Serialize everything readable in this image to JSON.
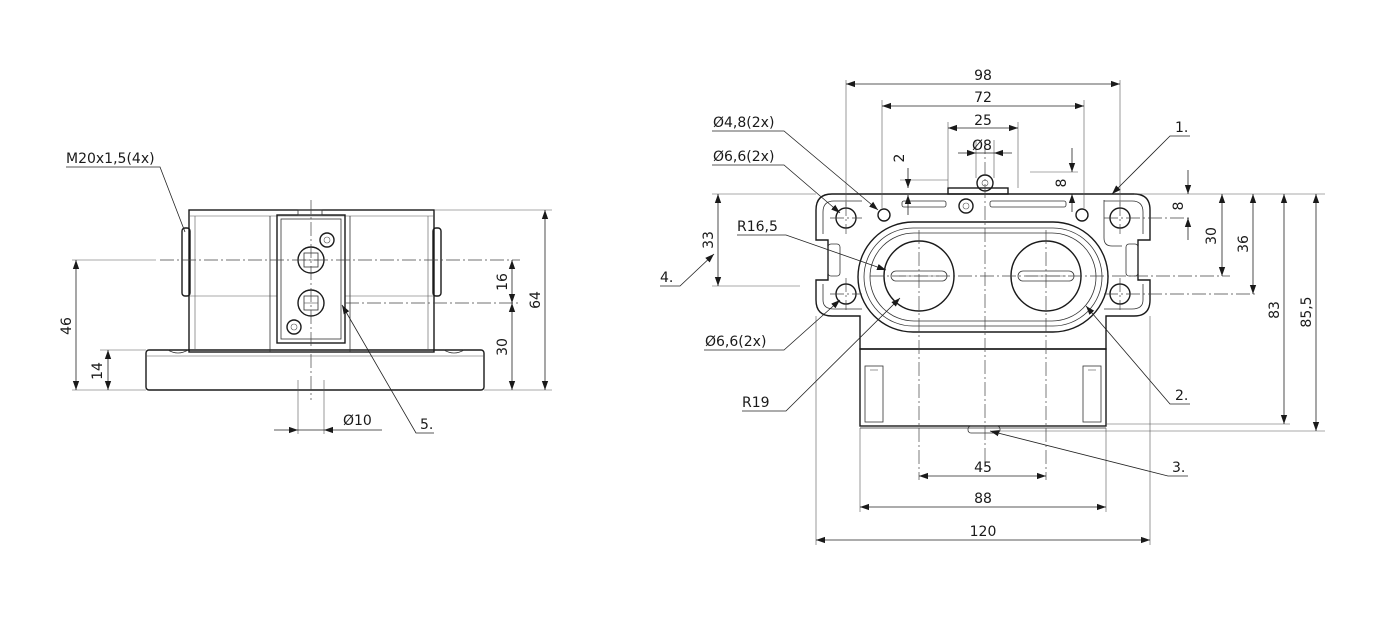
{
  "left_view": {
    "callouts": {
      "thread": "M20x1,5(4x)",
      "item5": "5."
    },
    "dimensions": {
      "d46": "46",
      "d14": "14",
      "d16": "16",
      "d30": "30",
      "d64": "64",
      "dia10": "Ø10"
    }
  },
  "right_view": {
    "callouts": {
      "item1": "1.",
      "item2": "2.",
      "item3": "3.",
      "item4": "4.",
      "hole48": "Ø4,8(2x)",
      "hole66_top": "Ø6,6(2x)",
      "hole66_bottom": "Ø6,6(2x)",
      "r165": "R16,5",
      "r19": "R19"
    },
    "dimensions": {
      "d98": "98",
      "d72": "72",
      "d25": "25",
      "dia8": "Ø8",
      "d2": "2",
      "d8_top": "8",
      "d8_right": "8",
      "d33": "33",
      "d30": "30",
      "d36": "36",
      "d83": "83",
      "d855": "85,5",
      "d45": "45",
      "d88": "88",
      "d120": "120"
    }
  }
}
